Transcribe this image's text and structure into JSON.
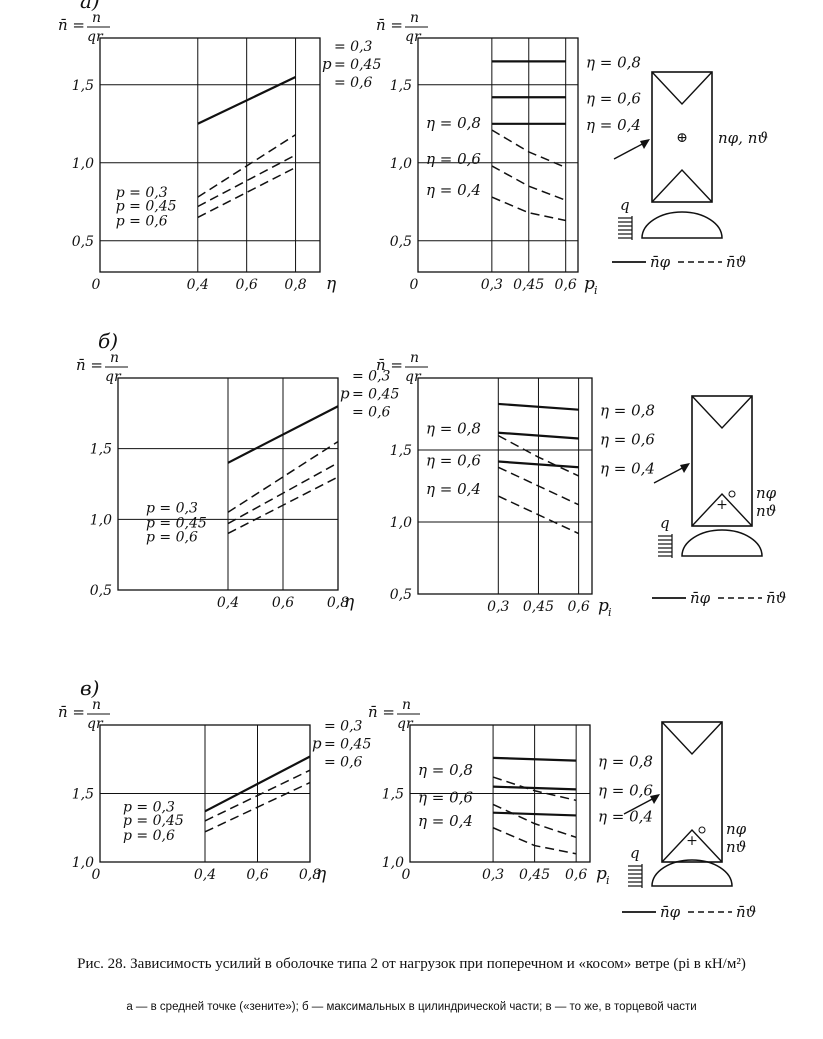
{
  "chart_data": [
    {
      "type": "line",
      "panel_label": "а)",
      "ylabel": "n̄ = n/(qr)",
      "xlabel": "η",
      "xlim": [
        0,
        0.9
      ],
      "ylim": [
        0.3,
        1.8
      ],
      "xticks": [
        "0,4",
        "0,6",
        "0,8"
      ],
      "x_origin_label": "0",
      "yticks": [
        "0,5",
        "1,0",
        "1,5"
      ],
      "series": [
        {
          "name": "pi=0,3",
          "style": "solid",
          "x": [
            0.4,
            0.8
          ],
          "y": [
            1.25,
            1.55
          ]
        },
        {
          "name": "pi=0,3",
          "style": "dashed",
          "x": [
            0.4,
            0.8
          ],
          "y": [
            0.78,
            1.18
          ]
        },
        {
          "name": "pi=0,45",
          "style": "dashed",
          "x": [
            0.4,
            0.8
          ],
          "y": [
            0.72,
            1.05
          ]
        },
        {
          "name": "pi=0,6",
          "style": "dashed",
          "x": [
            0.4,
            0.8
          ],
          "y": [
            0.65,
            0.97
          ]
        }
      ],
      "annotations": {
        "solid_eq1": "= 0,3",
        "solid_p": "p",
        "solid_eq2": "= 0,45",
        "solid_eq3": "= 0,6",
        "d1": "p = 0,3",
        "d2": "p = 0,45",
        "d3": "p = 0,6"
      }
    },
    {
      "type": "line",
      "ylabel": "n̄ = n/(qr)",
      "xlabel": "pi",
      "xlim": [
        0,
        0.65
      ],
      "ylim": [
        0.3,
        1.8
      ],
      "xticks": [
        "0,3",
        "0,45",
        "0,6"
      ],
      "x_origin_label": "0",
      "yticks": [
        "0,5",
        "1,0",
        "1,5"
      ],
      "series": [
        {
          "name": "η=0,8",
          "style": "solid",
          "x": [
            0.3,
            0.6
          ],
          "y": [
            1.65,
            1.65
          ]
        },
        {
          "name": "η=0,6",
          "style": "solid",
          "x": [
            0.3,
            0.6
          ],
          "y": [
            1.42,
            1.42
          ]
        },
        {
          "name": "η=0,4",
          "style": "solid",
          "x": [
            0.3,
            0.6
          ],
          "y": [
            1.25,
            1.25
          ]
        },
        {
          "name": "η=0,8",
          "style": "dashed",
          "x": [
            0.3,
            0.45,
            0.6
          ],
          "y": [
            1.21,
            1.07,
            0.97
          ]
        },
        {
          "name": "η=0,6",
          "style": "dashed",
          "x": [
            0.3,
            0.45,
            0.6
          ],
          "y": [
            0.98,
            0.85,
            0.76
          ]
        },
        {
          "name": "η=0,4",
          "style": "dashed",
          "x": [
            0.3,
            0.45,
            0.6
          ],
          "y": [
            0.78,
            0.68,
            0.63
          ]
        }
      ],
      "annotations": {
        "r1": "η = 0,8",
        "r2": "η = 0,6",
        "r3": "η = 0,4",
        "l1": "η = 0,8",
        "l2": "η = 0,6",
        "l3": "η = 0,4"
      }
    },
    {
      "type": "line",
      "panel_label": "б)",
      "ylabel": "n̄ = n/(qr)",
      "xlabel": "η",
      "xlim": [
        0,
        0.8
      ],
      "ylim": [
        0.5,
        2.0
      ],
      "xticks": [
        "0,4",
        "0,6",
        "0,8"
      ],
      "x_origin_label": "",
      "yticks": [
        "0,5",
        "1,0",
        "1,5"
      ],
      "series": [
        {
          "name": "pi=0,3",
          "style": "solid",
          "x": [
            0.4,
            0.8
          ],
          "y": [
            1.4,
            1.8
          ]
        },
        {
          "name": "pi=0,3",
          "style": "dashed",
          "x": [
            0.4,
            0.8
          ],
          "y": [
            1.05,
            1.55
          ]
        },
        {
          "name": "pi=0,45",
          "style": "dashed",
          "x": [
            0.4,
            0.8
          ],
          "y": [
            0.97,
            1.4
          ]
        },
        {
          "name": "pi=0,6",
          "style": "dashed",
          "x": [
            0.4,
            0.8
          ],
          "y": [
            0.9,
            1.3
          ]
        }
      ],
      "annotations": {
        "solid_eq1": "= 0,3",
        "solid_p": "p",
        "solid_eq2": "= 0,45",
        "solid_eq3": "= 0,6",
        "d1": "p = 0,3",
        "d2": "p = 0,45",
        "d3": "p = 0,6"
      }
    },
    {
      "type": "line",
      "ylabel": "n̄ = n/(qr)",
      "xlabel": "pi",
      "xlim": [
        0,
        0.65
      ],
      "ylim": [
        0.5,
        2.0
      ],
      "xticks": [
        "0,3",
        "0,45",
        "0,6"
      ],
      "x_origin_label": "",
      "yticks": [
        "0,5",
        "1,0",
        "1,5"
      ],
      "series": [
        {
          "name": "η=0,8",
          "style": "solid",
          "x": [
            0.3,
            0.6
          ],
          "y": [
            1.82,
            1.78
          ]
        },
        {
          "name": "η=0,6",
          "style": "solid",
          "x": [
            0.3,
            0.6
          ],
          "y": [
            1.62,
            1.58
          ]
        },
        {
          "name": "η=0,4",
          "style": "solid",
          "x": [
            0.3,
            0.6
          ],
          "y": [
            1.42,
            1.38
          ]
        },
        {
          "name": "η=0,8",
          "style": "dashed",
          "x": [
            0.3,
            0.45,
            0.6
          ],
          "y": [
            1.6,
            1.45,
            1.32
          ]
        },
        {
          "name": "η=0,6",
          "style": "dashed",
          "x": [
            0.3,
            0.45,
            0.6
          ],
          "y": [
            1.38,
            1.25,
            1.12
          ]
        },
        {
          "name": "η=0,4",
          "style": "dashed",
          "x": [
            0.3,
            0.45,
            0.6
          ],
          "y": [
            1.18,
            1.05,
            0.92
          ]
        }
      ],
      "annotations": {
        "r1": "η = 0,8",
        "r2": "η = 0,6",
        "r3": "η = 0,4",
        "l1": "η = 0,8",
        "l2": "η = 0,6",
        "l3": "η = 0,4"
      }
    },
    {
      "type": "line",
      "panel_label": "в)",
      "ylabel": "n̄ = n/(qr)",
      "xlabel": "η",
      "xlim": [
        0,
        0.8
      ],
      "ylim": [
        1.0,
        2.0
      ],
      "xticks": [
        "0,4",
        "0,6",
        "0,8"
      ],
      "x_origin_label": "0",
      "yticks": [
        "1,0",
        "1,5"
      ],
      "series": [
        {
          "name": "pi=0,3",
          "style": "solid",
          "x": [
            0.4,
            0.8
          ],
          "y": [
            1.37,
            1.77
          ]
        },
        {
          "name": "pi=0,45",
          "style": "dashed",
          "x": [
            0.4,
            0.8
          ],
          "y": [
            1.3,
            1.67
          ]
        },
        {
          "name": "pi=0,6",
          "style": "dashed",
          "x": [
            0.4,
            0.8
          ],
          "y": [
            1.22,
            1.58
          ]
        }
      ],
      "annotations": {
        "solid_eq1": "= 0,3",
        "solid_p": "p",
        "solid_eq2": "= 0,45",
        "solid_eq3": "= 0,6",
        "d1": "p = 0,3",
        "d2": "p = 0,45",
        "d3": "p = 0,6"
      }
    },
    {
      "type": "line",
      "ylabel": "n̄ = n/(qr)",
      "xlabel": "pi",
      "xlim": [
        0,
        0.65
      ],
      "ylim": [
        1.0,
        2.0
      ],
      "xticks": [
        "0,3",
        "0,45",
        "0,6"
      ],
      "x_origin_label": "0",
      "yticks": [
        "1,0",
        "1,5"
      ],
      "series": [
        {
          "name": "η=0,8",
          "style": "solid",
          "x": [
            0.3,
            0.6
          ],
          "y": [
            1.76,
            1.74
          ]
        },
        {
          "name": "η=0,6",
          "style": "solid",
          "x": [
            0.3,
            0.6
          ],
          "y": [
            1.55,
            1.53
          ]
        },
        {
          "name": "η=0,4",
          "style": "solid",
          "x": [
            0.3,
            0.6
          ],
          "y": [
            1.36,
            1.34
          ]
        },
        {
          "name": "η=0,8",
          "style": "dashed",
          "x": [
            0.3,
            0.45,
            0.6
          ],
          "y": [
            1.62,
            1.52,
            1.45
          ]
        },
        {
          "name": "η=0,6",
          "style": "dashed",
          "x": [
            0.3,
            0.45,
            0.6
          ],
          "y": [
            1.42,
            1.28,
            1.18
          ]
        },
        {
          "name": "η=0,4",
          "style": "dashed",
          "x": [
            0.3,
            0.45,
            0.6
          ],
          "y": [
            1.25,
            1.12,
            1.06
          ]
        }
      ],
      "annotations": {
        "r1": "η = 0,8",
        "r2": "η = 0,6",
        "r3": "η = 0,4",
        "l1": "η = 0,8",
        "l2": "η = 0,6",
        "l3": "η = 0,4"
      }
    }
  ],
  "schematics": [
    {
      "force_label": "nφ, nϑ",
      "marker": "⊕",
      "q_label": "q",
      "legend_solid": "n̄φ",
      "legend_dashed": "n̄ϑ"
    },
    {
      "force_label_1": "nφ",
      "force_label_2": "nϑ",
      "marker": "+",
      "q_label": "q",
      "legend_solid": "n̄φ",
      "legend_dashed": "n̄ϑ"
    },
    {
      "force_label_1": "nφ",
      "force_label_2": "nϑ",
      "marker": "+",
      "q_label": "q",
      "legend_solid": "n̄φ",
      "legend_dashed": "n̄ϑ"
    }
  ],
  "caption": {
    "main": "Рис. 28. Зависимость усилий в оболочке типа 2 от нагрузок при поперечном и «косом» ветре (pi в кН/м²)",
    "sub": "а — в средней точке («зените»); б — максимальных в цилиндрической части; в — то же, в торцевой части"
  }
}
